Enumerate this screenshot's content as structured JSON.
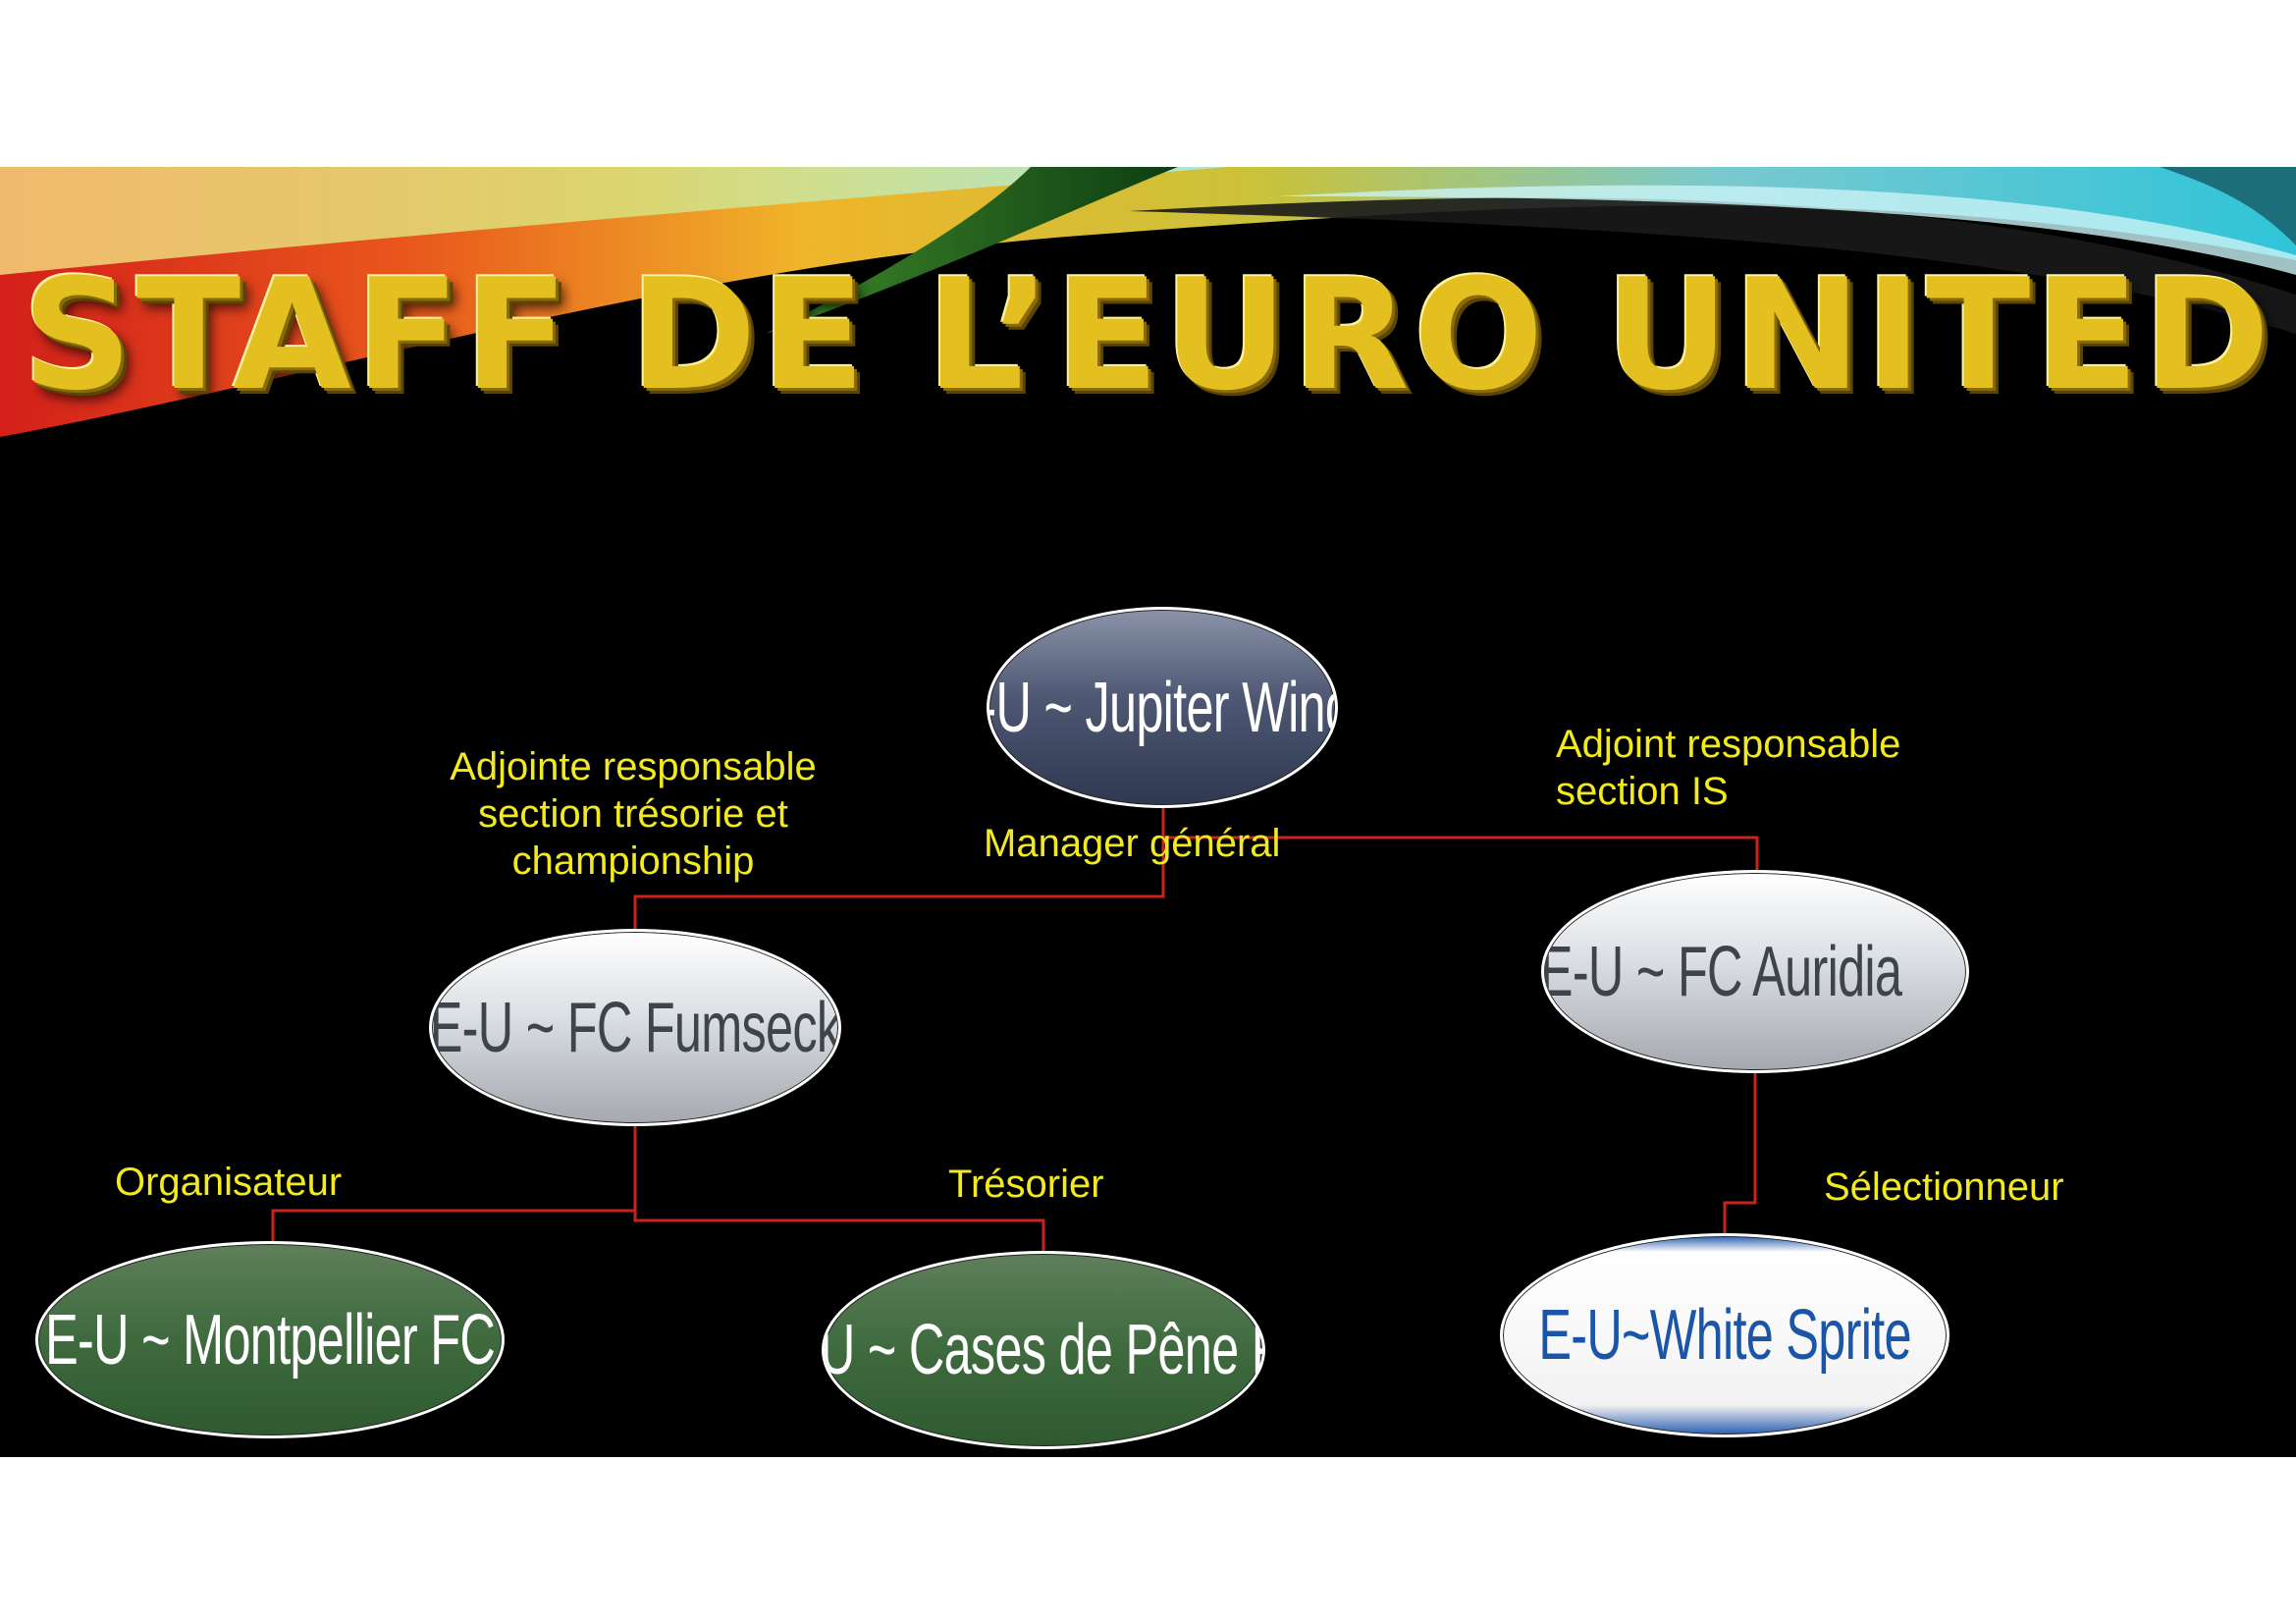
{
  "title": "STAFF DE L’EURO UNITED",
  "nodes": {
    "jupiter": "E-U ~ Jupiter Wings",
    "fumseck": "E-U ~ FC Fumseck",
    "auridia": "E-U ~ FC Auridia",
    "montpellier": "E-U ~ Montpellier FC",
    "cases": "E-U ~ Cases de Pêne FC",
    "whitesprite": "E-U~White Sprite"
  },
  "roles": {
    "manager": "Manager général",
    "adjointe_line1": "Adjointe responsable",
    "adjointe_line2": "section trésorie et",
    "adjointe_line3": "championship",
    "adjoint_line1": "Adjoint responsable",
    "adjoint_line2": "section IS",
    "organisateur": "Organisateur",
    "tresorier": "Trésorier",
    "selectionneur": "Sélectionneur"
  },
  "colors": {
    "title_gold": "#e3c01f",
    "role_text": "#f2ea1f",
    "connector": "#c8241c",
    "background": "#000000"
  },
  "icons": [
    "star-icon"
  ]
}
